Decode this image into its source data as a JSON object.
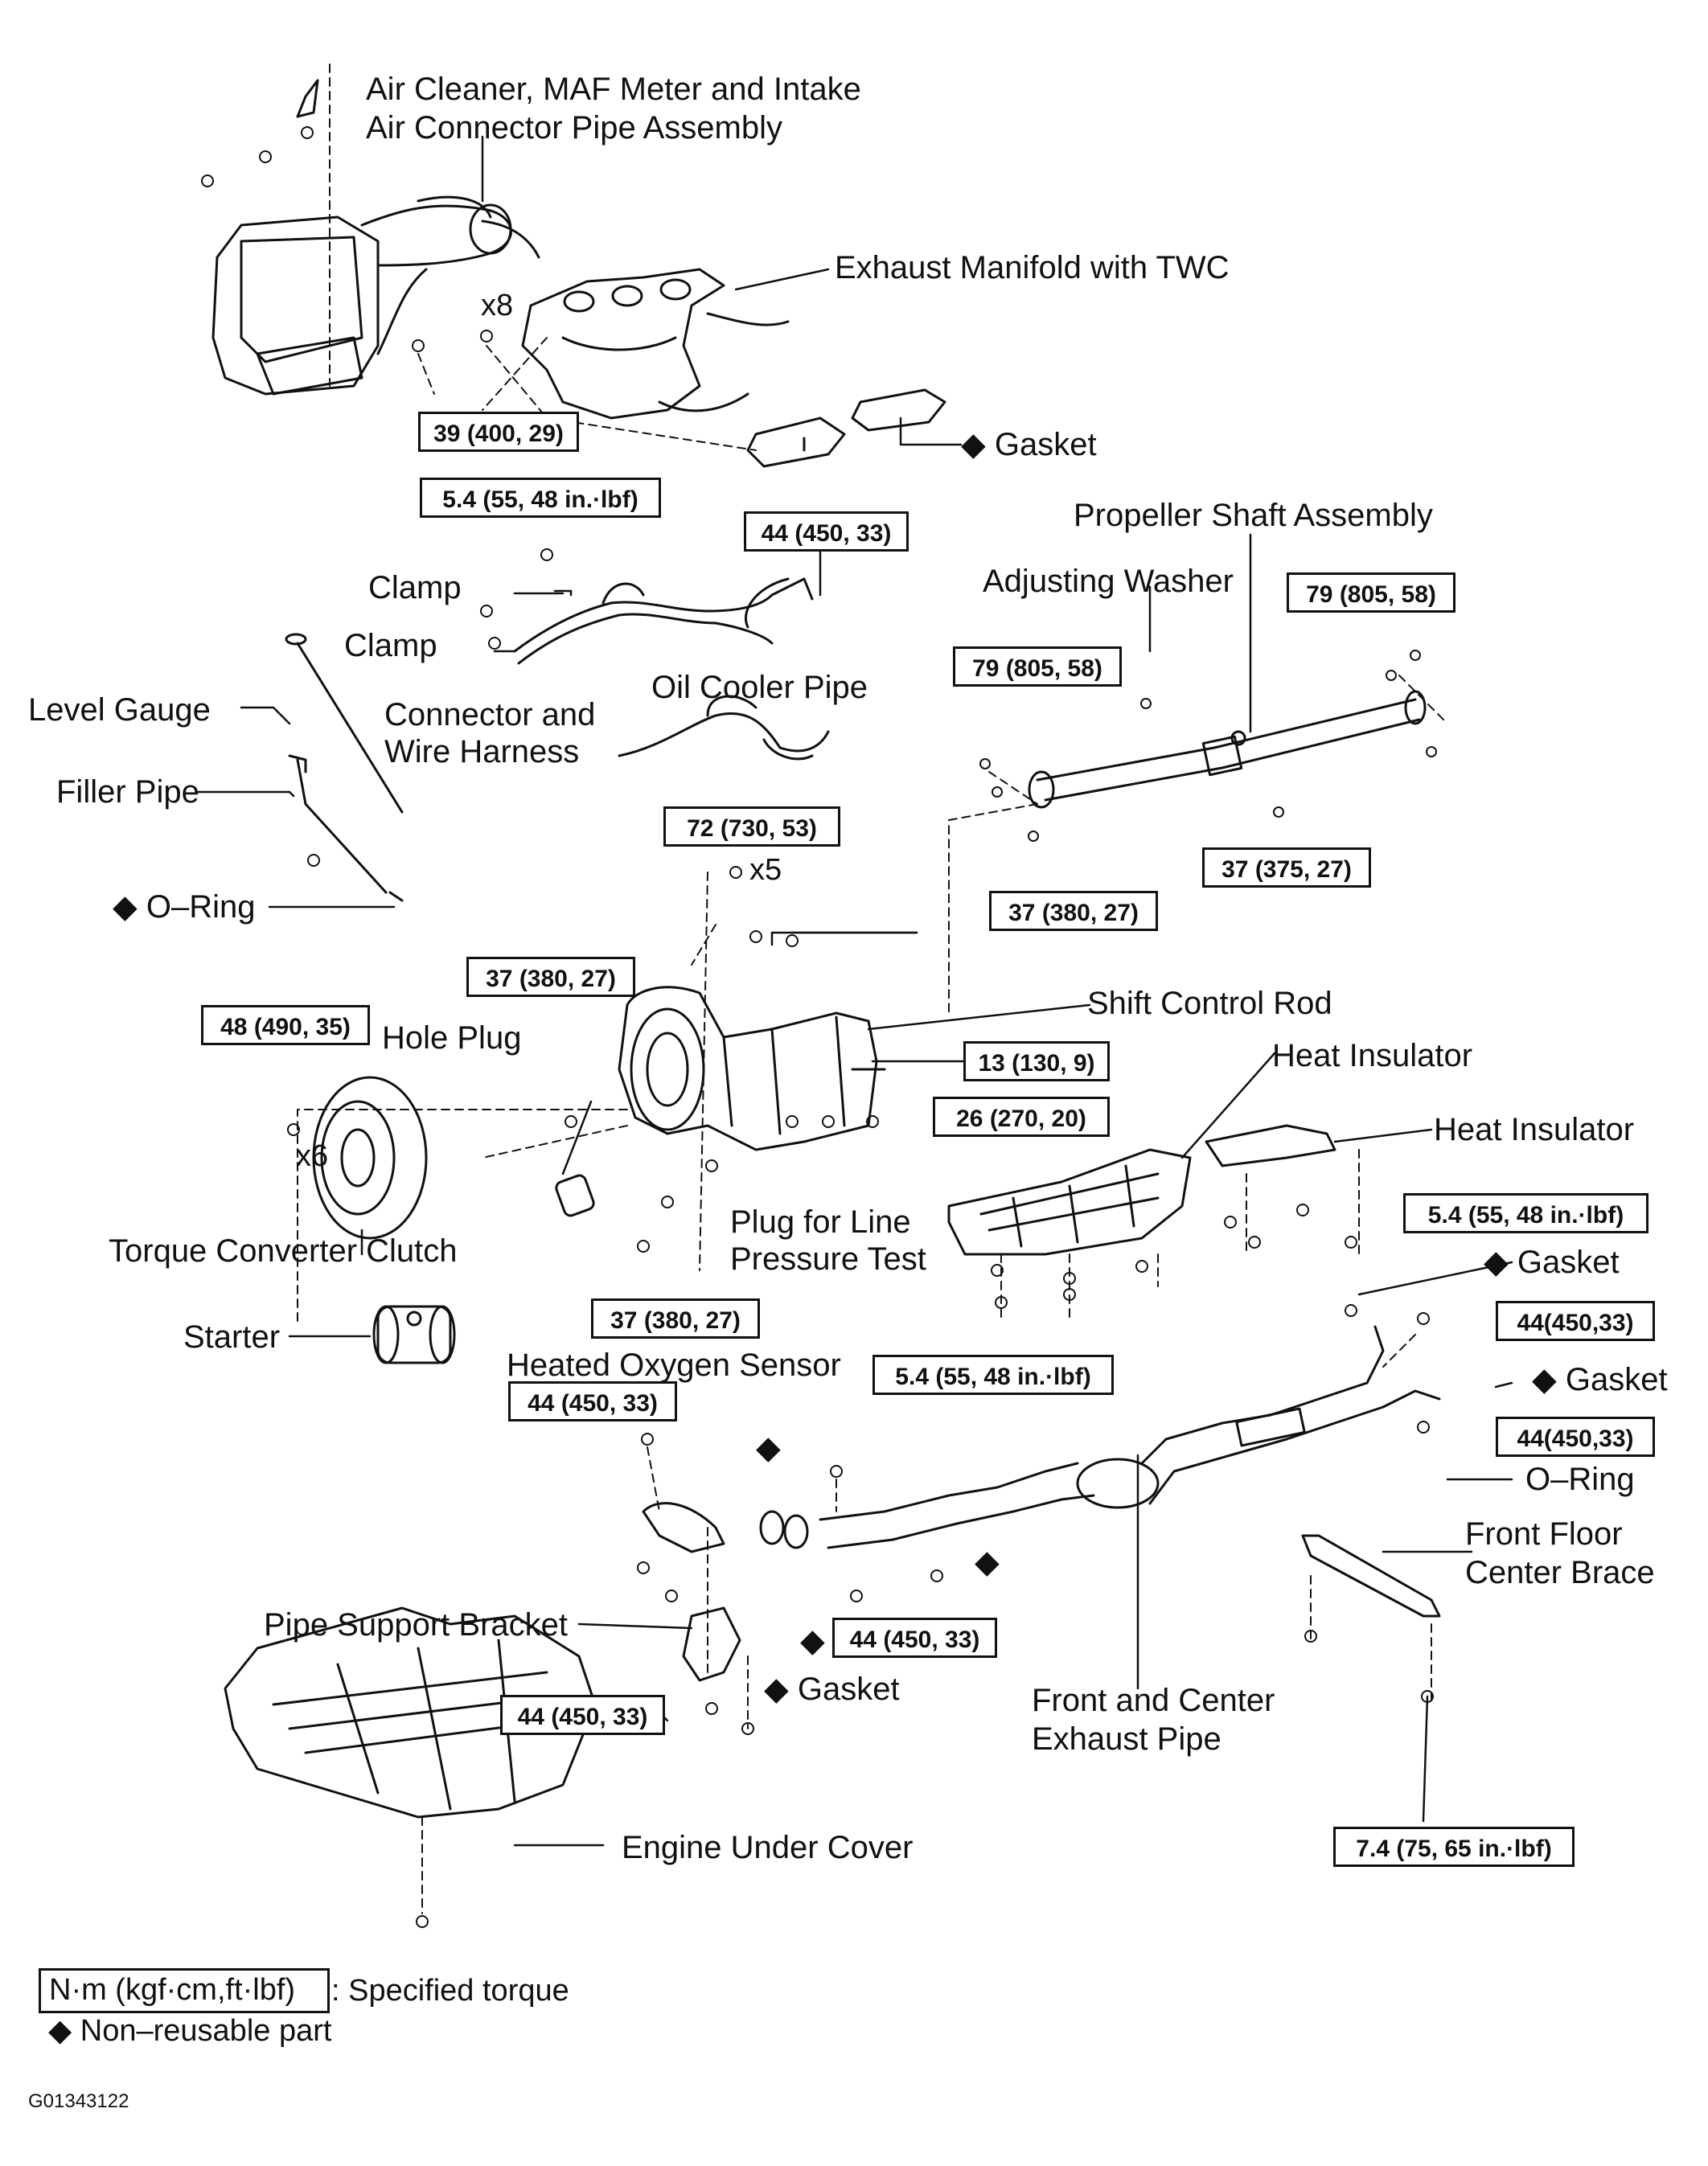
{
  "labels": {
    "air_cleaner_1": "Air Cleaner, MAF Meter and Intake",
    "air_cleaner_2": "Air Connector Pipe Assembly",
    "exhaust_manifold": "Exhaust Manifold with TWC",
    "gasket_top": "◆ Gasket",
    "clamp_1": "Clamp",
    "clamp_2": "Clamp",
    "oil_cooler_pipe": "Oil Cooler Pipe",
    "level_gauge": "Level Gauge",
    "connector_1": "Connector and",
    "connector_2": "Wire Harness",
    "filler_pipe": "Filler Pipe",
    "o_ring_left": "◆ O–Ring",
    "propeller_shaft": "Propeller Shaft Assembly",
    "adjusting_washer": "Adjusting Washer",
    "shift_control_rod": "Shift Control Rod",
    "hole_plug": "Hole Plug",
    "heat_insulator_1": "Heat Insulator",
    "heat_insulator_2": "Heat Insulator",
    "torque_converter": "Torque Converter Clutch",
    "plug_line_1": "Plug for Line",
    "plug_line_2": "Pressure Test",
    "gasket_r1": "◆ Gasket",
    "starter": "Starter",
    "heated_oxygen": "Heated Oxygen Sensor",
    "gasket_r2": "◆ Gasket",
    "o_ring_right": "O–Ring",
    "front_floor_1": "Front Floor",
    "front_floor_2": "Center Brace",
    "pipe_support": "Pipe Support Bracket",
    "gasket_bottom": "◆ Gasket",
    "front_center_1": "Front and Center",
    "front_center_2": "Exhaust Pipe",
    "engine_under_cover": "Engine Under Cover"
  },
  "diamonds": [
    "◆",
    "◆",
    "◆",
    "◆"
  ],
  "torques": {
    "t_39": "39 (400, 29)",
    "t_54_a": "5.4 (55, 48 in.·lbf)",
    "t_44_a": "44 (450, 33)",
    "t_79_a": "79 (805, 58)",
    "t_79_b": "79 (805, 58)",
    "t_72": "72 (730, 53)",
    "t_37_a": "37 (375, 27)",
    "t_37_b": "37 (380, 27)",
    "t_37_c": "37 (380, 27)",
    "t_48": "48 (490, 35)",
    "t_13": "13 (130, 9)",
    "t_26": "26 (270, 20)",
    "t_54_b": "5.4 (55, 48 in.·lbf)",
    "t_37_d": "37 (380, 27)",
    "t_44_b": "44(450,33)",
    "t_54_c": "5.4 (55, 48 in.·lbf)",
    "t_44_c": "44 (450, 33)",
    "t_44_d": "44(450,33)",
    "t_44_e": "44 (450, 33)",
    "t_44_f": "44 (450, 33)",
    "t_74": "7.4 (75, 65 in.·lbf)"
  },
  "counts": {
    "x8": "x8",
    "x5": "x5",
    "x6": "x6"
  },
  "legend": {
    "box_text": "N·m (kgf·cm,ft·lbf)",
    "box_suffix": ": Specified torque",
    "non_reusable": "◆ Non–reusable part"
  },
  "figure_id": "G01343122"
}
